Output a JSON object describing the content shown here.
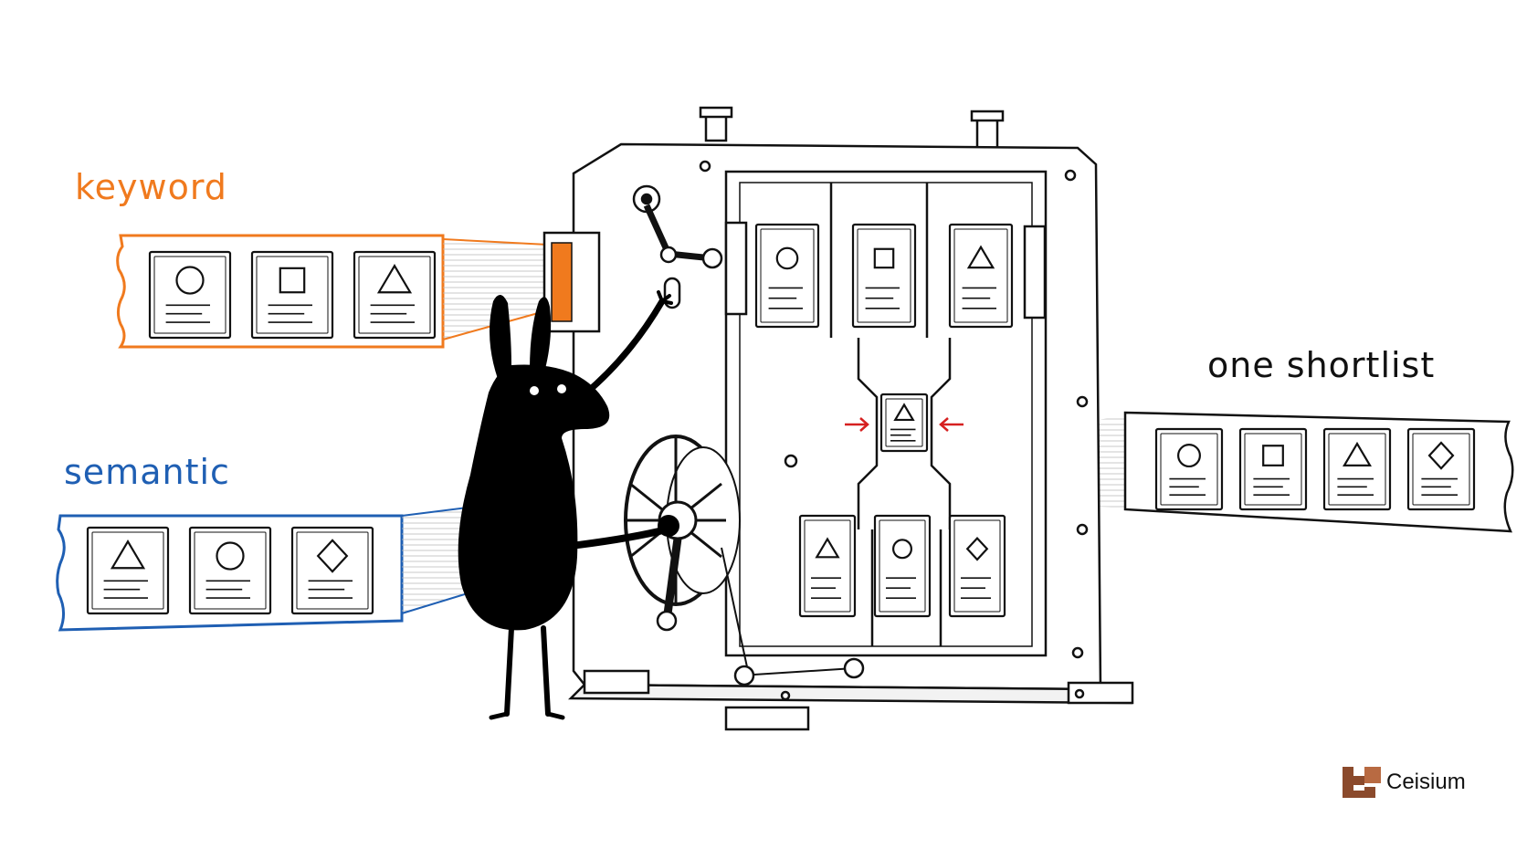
{
  "labels": {
    "keyword": "keyword",
    "semantic": "semantic",
    "output": "one shortlist"
  },
  "brand": {
    "name": "Ceisium",
    "logo_icon": "ceisium-stair-logo-icon"
  },
  "colors": {
    "keyword": "#f07a1e",
    "semantic": "#1f5fb3",
    "ink": "#111111",
    "accent_arrow": "#d62020",
    "brand": "#8b4a2c"
  },
  "streams": {
    "keyword_cards": [
      "circle",
      "square",
      "triangle"
    ],
    "semantic_cards": [
      "triangle",
      "circle",
      "diamond"
    ],
    "machine_top_cards": [
      "circle",
      "square",
      "triangle"
    ],
    "machine_center_card": "triangle",
    "machine_bottom_cards": [
      "triangle",
      "circle",
      "diamond"
    ],
    "output_cards": [
      "circle",
      "square",
      "triangle",
      "diamond"
    ]
  }
}
